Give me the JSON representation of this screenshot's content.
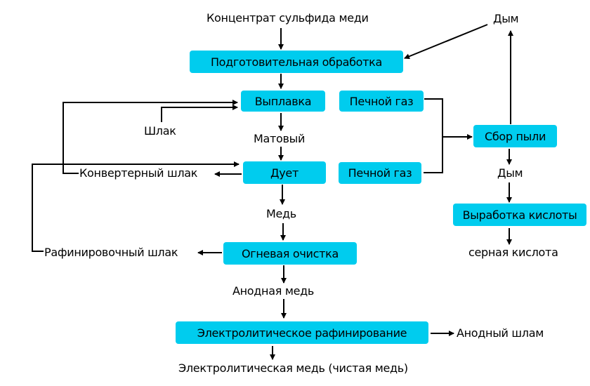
{
  "diagram": {
    "title": "",
    "box_color": "#00CCEE",
    "nodes": {
      "concentrate": "Концентрат сульфида меди",
      "pretreatment": "Подготовительная обработка",
      "smelting": "Выплавка",
      "slag": "Шлак",
      "matte": "Матовый",
      "converting": "Дует",
      "converter_slag": "Конвертерный шлак",
      "copper": "Медь",
      "fire_refining": "Огневая очистка",
      "refining_slag": "Рафинировочный шлак",
      "anode_copper": "Анодная медь",
      "electrolytic_refining": "Электролитическое рафинирование",
      "anode_slime": "Анодный шлам",
      "electrolytic_copper": "Электролитическая медь (чистая медь)",
      "furnace_gas_1": "Печной газ",
      "furnace_gas_2": "Печной газ",
      "dust_collection": "Сбор пыли",
      "smoke_top": "Дым",
      "smoke_mid": "Дым",
      "acid_production": "Выработка кислоты",
      "sulfuric_acid": "серная кислота"
    },
    "edges": [
      [
        "concentrate",
        "pretreatment"
      ],
      [
        "pretreatment",
        "smelting"
      ],
      [
        "slag",
        "smelting"
      ],
      [
        "converter_slag",
        "smelting"
      ],
      [
        "smelting",
        "matte"
      ],
      [
        "matte",
        "converting"
      ],
      [
        "refining_slag",
        "converting"
      ],
      [
        "converting",
        "converter_slag"
      ],
      [
        "converting",
        "copper"
      ],
      [
        "copper",
        "fire_refining"
      ],
      [
        "fire_refining",
        "refining_slag"
      ],
      [
        "fire_refining",
        "anode_copper"
      ],
      [
        "anode_copper",
        "electrolytic_refining"
      ],
      [
        "electrolytic_refining",
        "anode_slime"
      ],
      [
        "electrolytic_refining",
        "electrolytic_copper"
      ],
      [
        "furnace_gas_1",
        "dust_collection"
      ],
      [
        "furnace_gas_2",
        "dust_collection"
      ],
      [
        "dust_collection",
        "smoke_top"
      ],
      [
        "smoke_top",
        "pretreatment"
      ],
      [
        "dust_collection",
        "smoke_mid"
      ],
      [
        "smoke_mid",
        "acid_production"
      ],
      [
        "acid_production",
        "sulfuric_acid"
      ]
    ]
  }
}
